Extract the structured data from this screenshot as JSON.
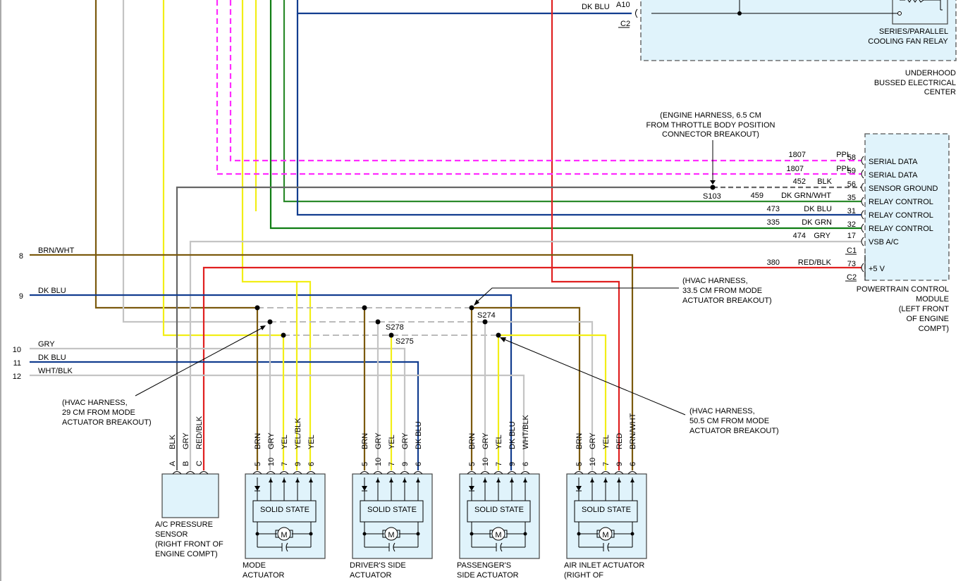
{
  "colors": {
    "brn": "#7b5a0e",
    "gry": "#c4c4c4",
    "yel": "#f2ee16",
    "dkblu": "#123d8f",
    "red": "#e02020",
    "ppl": "#ff2cff",
    "blk": "#666666",
    "dkgrn": "#0f7d13",
    "grn": "#2b8a2b",
    "box": "#e0f3fb"
  },
  "bec": {
    "title": [
      "UNDERHOOD",
      "BUSSED ELECTRICAL",
      "CENTER"
    ],
    "relay": [
      "SERIES/PARALLEL",
      "COOLING FAN RELAY"
    ],
    "wire": "DK BLU",
    "pin": "A10",
    "conn": "C2"
  },
  "s103_note": [
    "(ENGINE HARNESS, 6.5 CM",
    "FROM THROTTLE BODY POSITION",
    "CONNECTOR BREAKOUT)"
  ],
  "pcm": {
    "title": [
      "POWERTRAIN CONTROL",
      "MODULE",
      "(LEFT FRONT",
      "OF ENGINE",
      "COMPT)"
    ],
    "conn_c1": "C1",
    "conn_c2": "C2",
    "rows": [
      {
        "circuit": "1807",
        "color": "PPL",
        "pin": "58",
        "func": "SERIAL DATA"
      },
      {
        "circuit": "1807",
        "color": "PPL",
        "pin": "59",
        "func": "SERIAL DATA"
      },
      {
        "circuit": "452",
        "color": "BLK",
        "pin": "56",
        "func": "SENSOR GROUND"
      },
      {
        "circuit": "459",
        "color": "DK GRN/WHT",
        "pin": "35",
        "func": "RELAY CONTROL"
      },
      {
        "circuit": "473",
        "color": "DK BLU",
        "pin": "31",
        "func": "RELAY CONTROL"
      },
      {
        "circuit": "335",
        "color": "DK GRN",
        "pin": "32",
        "func": "RELAY CONTROL"
      },
      {
        "circuit": "474",
        "color": "GRY",
        "pin": "17",
        "func": "VSB A/C"
      },
      {
        "circuit": "380",
        "color": "RED/BLK",
        "pin": "73",
        "func": "+5 V"
      }
    ]
  },
  "splices": {
    "s103": "S103",
    "s274": "S274",
    "s278": "S278",
    "s275": "S275"
  },
  "left_wires": [
    {
      "num": "8",
      "color": "BRN/WHT"
    },
    {
      "num": "9",
      "color": "DK BLU"
    },
    {
      "num": "10",
      "color": "GRY"
    },
    {
      "num": "11",
      "color": "DK BLU"
    },
    {
      "num": "12",
      "color": "WHT/BLK"
    }
  ],
  "notes": {
    "hvac_335": [
      "(HVAC HARNESS,",
      "33.5 CM FROM MODE",
      "ACTUATOR BREAKOUT)"
    ],
    "hvac_29": [
      "(HVAC HARNESS,",
      "29 CM FROM MODE",
      "ACTUATOR BREAKOUT)"
    ],
    "hvac_505": [
      "(HVAC HARNESS,",
      "50.5 CM FROM MODE",
      "ACTUATOR BREAKOUT)"
    ]
  },
  "sensor": {
    "wires": [
      "BLK",
      "GRY",
      "RED/BLK"
    ],
    "pins": [
      "A",
      "B",
      "C"
    ],
    "label": [
      "A/C PRESSURE",
      "SENSOR",
      "(RIGHT FRONT OF",
      "ENGINE COMPT)"
    ]
  },
  "solid_state": "SOLID STATE",
  "motor": "M",
  "actuators": [
    {
      "wires": [
        "BRN",
        "GRY",
        "YEL",
        "YEL/BLK",
        "YEL"
      ],
      "pins": [
        "5",
        "10",
        "7",
        "9",
        "6"
      ],
      "label": [
        "MODE",
        "ACTUATOR"
      ]
    },
    {
      "wires": [
        "BRN",
        "GRY",
        "YEL",
        "GRY",
        "DK BLU"
      ],
      "pins": [
        "5",
        "10",
        "7",
        "9",
        "6"
      ],
      "label": [
        "DRIVER'S SIDE",
        "ACTUATOR"
      ]
    },
    {
      "wires": [
        "BRN",
        "GRY",
        "YEL",
        "DK BLU",
        "WHT/BLK"
      ],
      "pins": [
        "5",
        "10",
        "7",
        "9",
        "6"
      ],
      "label": [
        "PASSENGER'S",
        "SIDE ACTUATOR"
      ]
    },
    {
      "wires": [
        "BRN",
        "GRY",
        "YEL",
        "RED",
        "BRN/WHT"
      ],
      "pins": [
        "5",
        "10",
        "7",
        "9",
        "6"
      ],
      "label": [
        "AIR INLET ACTUATOR",
        "(RIGHT OF"
      ]
    }
  ]
}
